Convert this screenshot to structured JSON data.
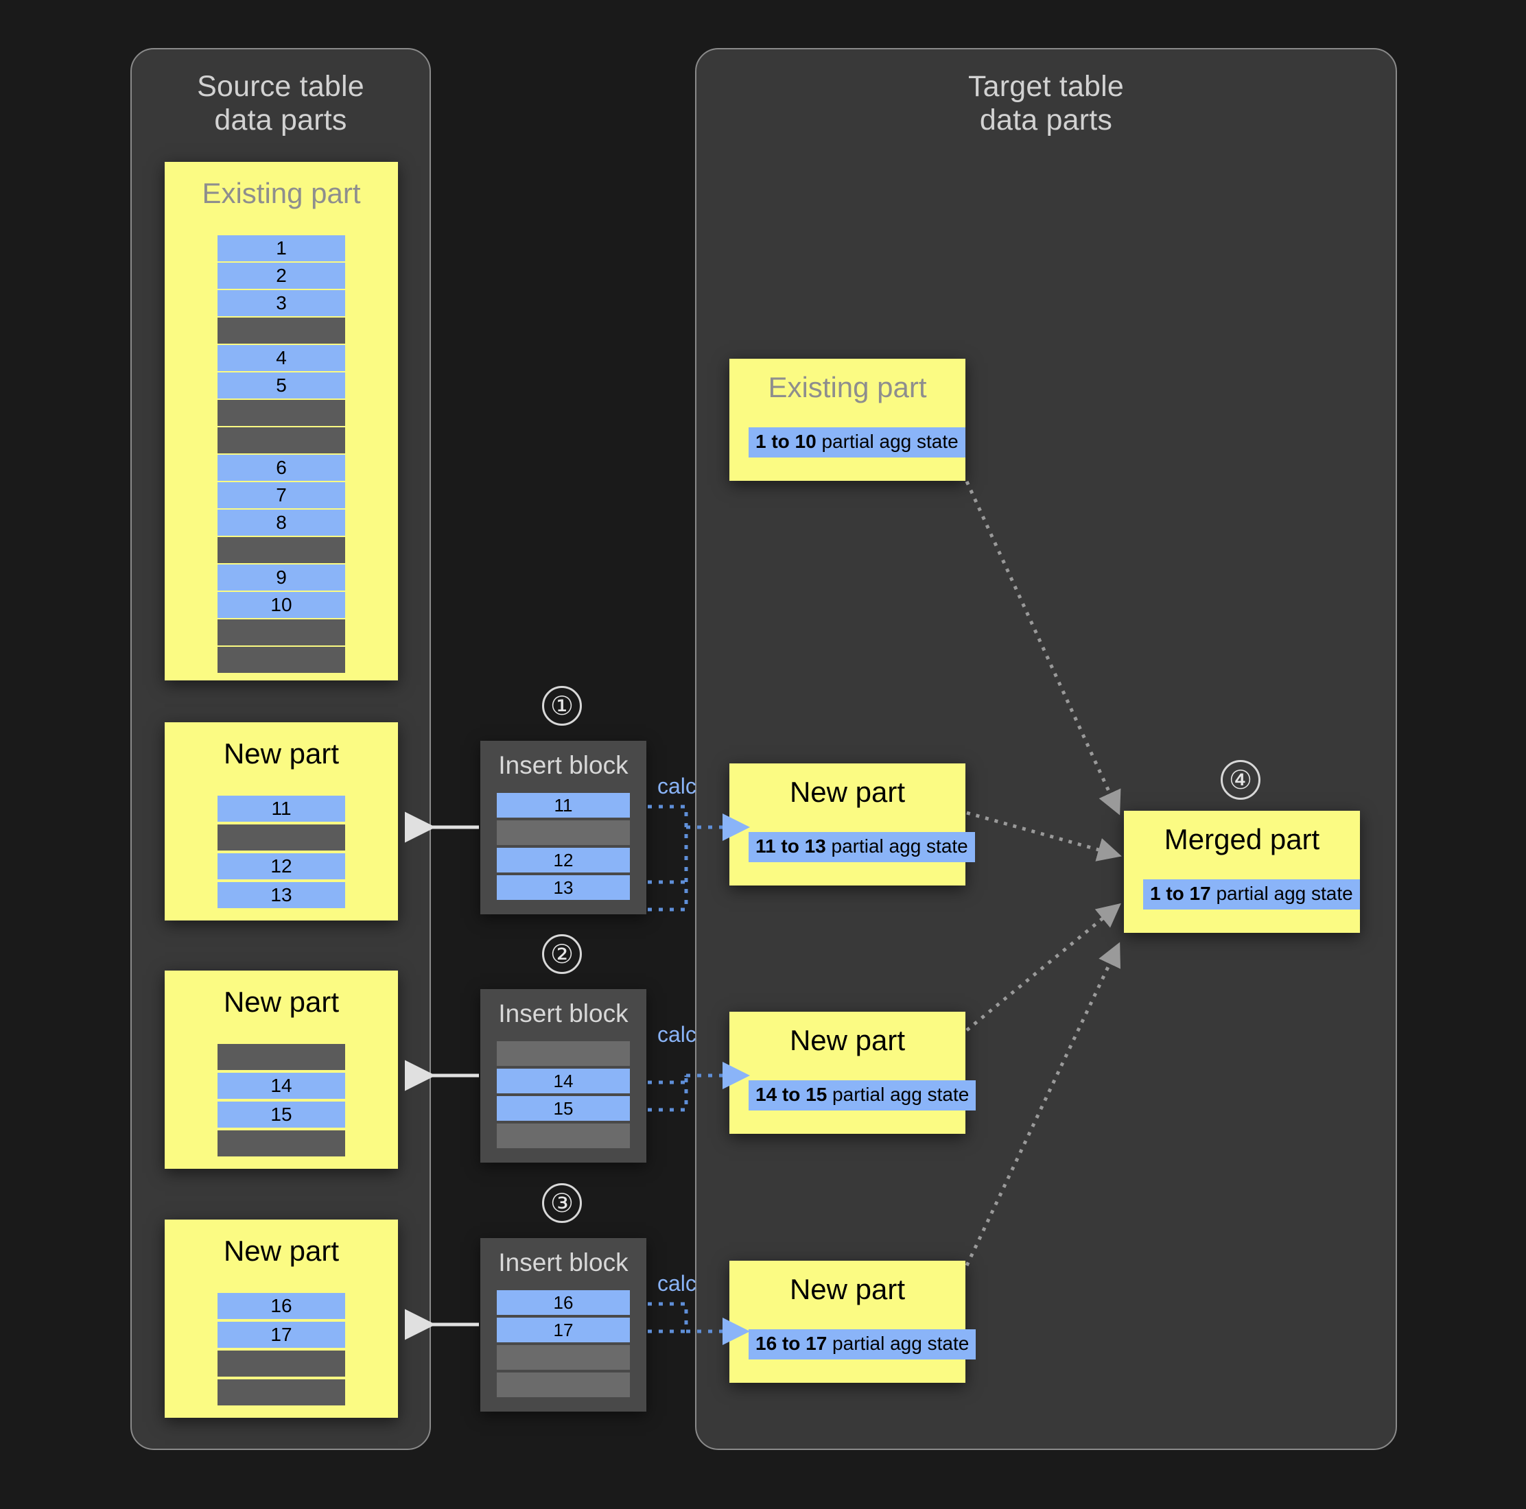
{
  "panels": {
    "source": {
      "title": "Source table\ndata parts"
    },
    "target": {
      "title": "Target table\ndata parts"
    }
  },
  "source": {
    "existing_part": {
      "title": "Existing part",
      "rows": [
        {
          "type": "blue",
          "label": "1"
        },
        {
          "type": "blue",
          "label": "2"
        },
        {
          "type": "blue",
          "label": "3"
        },
        {
          "type": "gray",
          "label": ""
        },
        {
          "type": "blue",
          "label": "4"
        },
        {
          "type": "blue",
          "label": "5"
        },
        {
          "type": "gray",
          "label": ""
        },
        {
          "type": "gray",
          "label": ""
        },
        {
          "type": "blue",
          "label": "6"
        },
        {
          "type": "blue",
          "label": "7"
        },
        {
          "type": "blue",
          "label": "8"
        },
        {
          "type": "gray",
          "label": ""
        },
        {
          "type": "blue",
          "label": "9"
        },
        {
          "type": "blue",
          "label": "10"
        },
        {
          "type": "gray",
          "label": ""
        },
        {
          "type": "gray",
          "label": ""
        }
      ]
    },
    "new_parts": [
      {
        "title": "New part",
        "rows": [
          {
            "type": "blue",
            "label": "11"
          },
          {
            "type": "gray",
            "label": ""
          },
          {
            "type": "blue",
            "label": "12"
          },
          {
            "type": "blue",
            "label": "13"
          }
        ]
      },
      {
        "title": "New part",
        "rows": [
          {
            "type": "gray",
            "label": ""
          },
          {
            "type": "blue",
            "label": "14"
          },
          {
            "type": "blue",
            "label": "15"
          },
          {
            "type": "gray",
            "label": ""
          }
        ]
      },
      {
        "title": "New part",
        "rows": [
          {
            "type": "blue",
            "label": "16"
          },
          {
            "type": "blue",
            "label": "17"
          },
          {
            "type": "gray",
            "label": ""
          },
          {
            "type": "gray",
            "label": ""
          }
        ]
      }
    ]
  },
  "insert_blocks": [
    {
      "step": "①",
      "title": "Insert block",
      "calc_label": "calc",
      "rows": [
        {
          "type": "blue",
          "label": "11"
        },
        {
          "type": "gray",
          "label": ""
        },
        {
          "type": "blue",
          "label": "12"
        },
        {
          "type": "blue",
          "label": "13"
        }
      ]
    },
    {
      "step": "②",
      "title": "Insert block",
      "calc_label": "calc",
      "rows": [
        {
          "type": "gray",
          "label": ""
        },
        {
          "type": "blue",
          "label": "14"
        },
        {
          "type": "blue",
          "label": "15"
        },
        {
          "type": "gray",
          "label": ""
        }
      ]
    },
    {
      "step": "③",
      "title": "Insert block",
      "calc_label": "calc",
      "rows": [
        {
          "type": "blue",
          "label": "16"
        },
        {
          "type": "blue",
          "label": "17"
        },
        {
          "type": "gray",
          "label": ""
        },
        {
          "type": "gray",
          "label": ""
        }
      ]
    }
  ],
  "target": {
    "existing_part": {
      "title": "Existing part",
      "state_range": "1 to 10",
      "state_suffix": " partial agg state"
    },
    "new_parts": [
      {
        "title": "New part",
        "state_range": "11 to 13",
        "state_suffix": " partial agg state"
      },
      {
        "title": "New part",
        "state_range": "14 to 15",
        "state_suffix": " partial agg state"
      },
      {
        "title": "New part",
        "state_range": "16 to 17",
        "state_suffix": " partial agg state"
      }
    ],
    "merged_part": {
      "step": "④",
      "title": "Merged part",
      "state_range": "1 to 17",
      "state_suffix": " partial agg state"
    }
  },
  "colors": {
    "background": "#1a1a1a",
    "panel": "#393939",
    "part_yellow": "#fbfb83",
    "row_blue": "#8ab4f8",
    "row_gray": "#5b5b5b",
    "insert_block": "#494949",
    "accent_calc": "#8ab4f8",
    "arrow_solid": "#e0e0e0",
    "arrow_dotted": "#9a9a9a"
  }
}
